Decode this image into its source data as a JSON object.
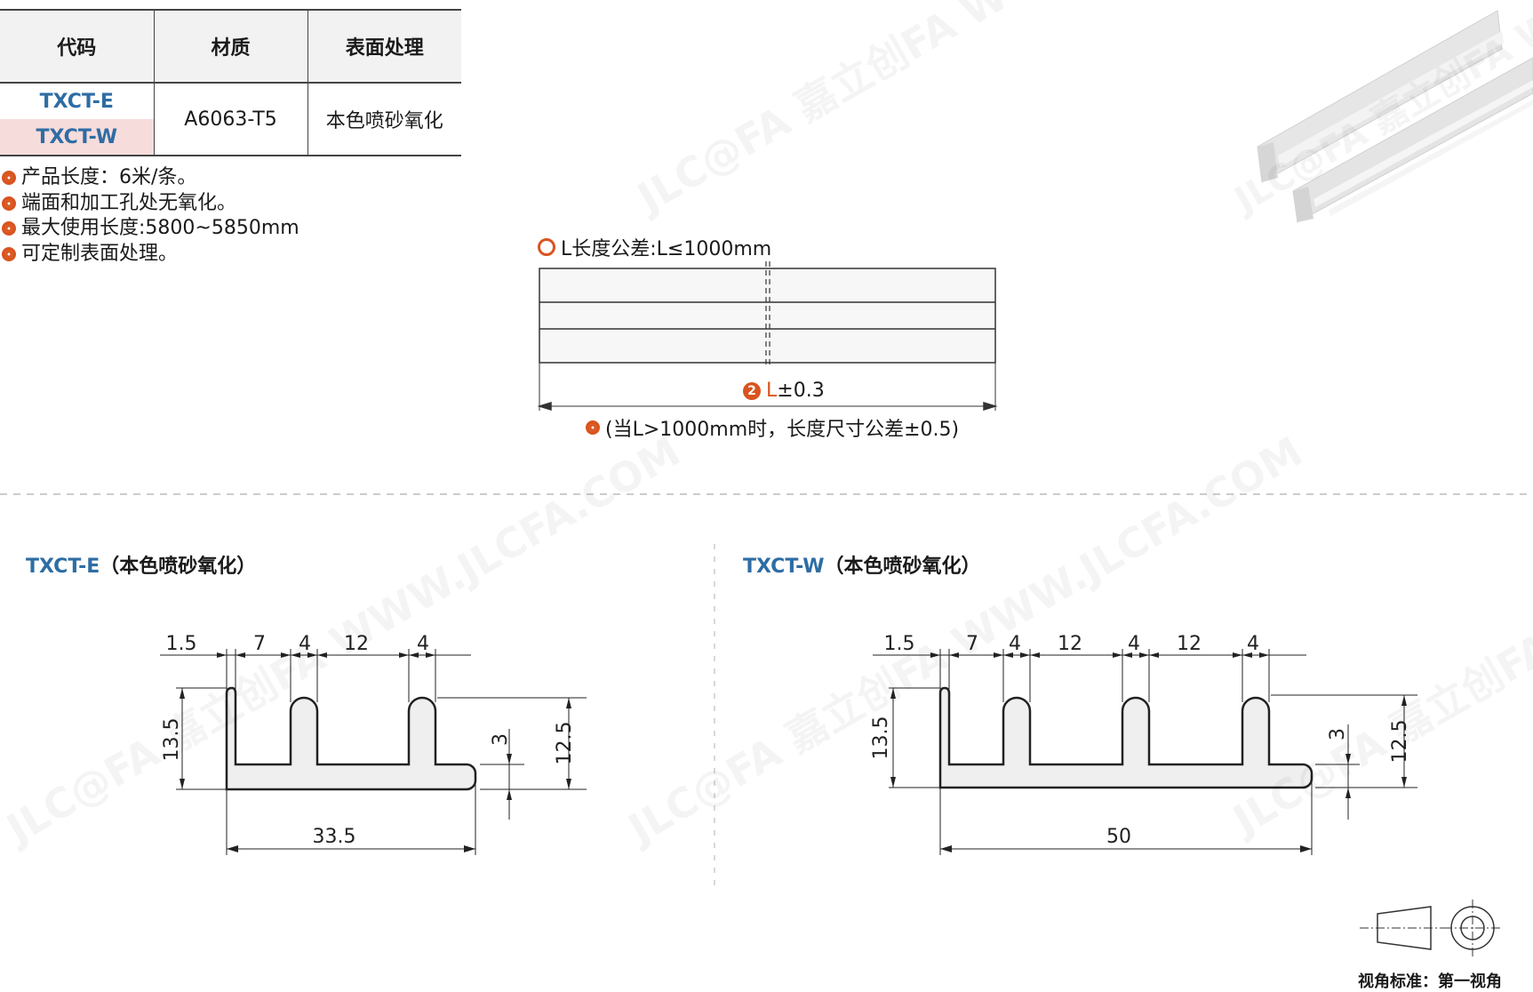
{
  "table": {
    "headers": [
      "代码",
      "材质",
      "表面处理"
    ],
    "codes": [
      "TXCT-E",
      "TXCT-W"
    ],
    "material": "A6063-T5",
    "finish": "本色喷砂氧化"
  },
  "notes": [
    "产品长度：6米/条。",
    "端面和加工孔处无氧化。",
    "最大使用长度:5800~5850mm",
    "可定制表面处理。"
  ],
  "length_view": {
    "tolerance_note": "L长度公差:L≤1000mm",
    "badge_num": "2",
    "dim_L": "L",
    "dim_tol": "±0.3",
    "long_note": "(当L>1000mm时，长度尺寸公差±0.5)"
  },
  "section_e": {
    "code": "TXCT-E",
    "finish": "（本色喷砂氧化）",
    "top_dims": [
      "1.5",
      "7",
      "4",
      "12",
      "4"
    ],
    "height": "13.5",
    "right_height": "12.5",
    "base": "3",
    "width": "33.5"
  },
  "section_w": {
    "code": "TXCT-W",
    "finish": "（本色喷砂氧化）",
    "top_dims": [
      "1.5",
      "7",
      "4",
      "12",
      "4",
      "12",
      "4"
    ],
    "height": "13.5",
    "right_height": "12.5",
    "base": "3",
    "width": "50"
  },
  "projection": {
    "label": "视角标准：第一视角"
  },
  "watermark": "JLC@FA 嘉立创FA WWW.JLCFA.COM",
  "colors": {
    "accent": "#d9541e",
    "code": "#2e6da4",
    "profile_fill": "#f0f0f0"
  }
}
